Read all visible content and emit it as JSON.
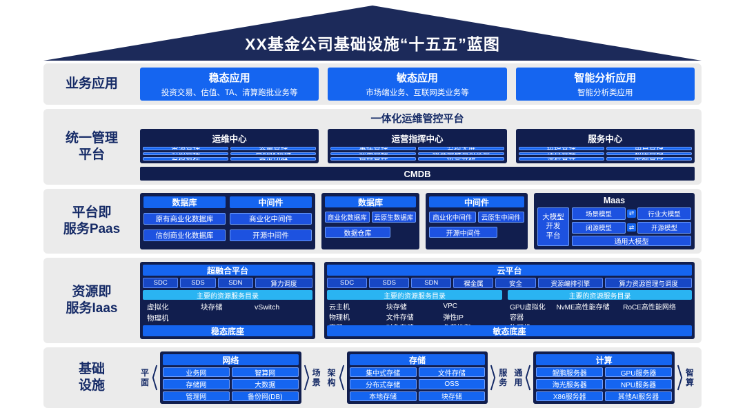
{
  "colors": {
    "roof_navy": "#1c2a5a",
    "panel_navy": "#111e4e",
    "blue": "#1565f0",
    "cyan": "#2ab4f2",
    "row_gray": "#ebebeb"
  },
  "roof": {
    "title": "XX基金公司基础设施“十五五”蓝图"
  },
  "row_business": {
    "label": "业务应用",
    "apps": [
      {
        "title": "稳态应用",
        "desc": "投资交易、估值、TA、清算跑批业务等"
      },
      {
        "title": "敏态应用",
        "desc": "市场端业务、互联网类业务等"
      },
      {
        "title": "智能分析应用",
        "desc": "智能分析类应用"
      }
    ]
  },
  "row_management": {
    "label": "统一管理\n平台",
    "header": "一体化运维管控平台",
    "centers": [
      {
        "title": "运维中心",
        "items": [
          "资源管理",
          "容量管理",
          "监控管理",
          "自动化运维",
          "监控巡检",
          "容灾切换"
        ]
      },
      {
        "title": "运营指挥中心",
        "items": [
          "事件管理",
          "监控大屏",
          "变更管理",
          "数据分析与AI平台",
          "值班管理",
          "运营分析"
        ]
      },
      {
        "title": "服务中心",
        "items": [
          "组织管理",
          "用户管理",
          "项目管理",
          "权限管理",
          "流程管理",
          "配额管理"
        ]
      }
    ],
    "footer": "CMDB"
  },
  "row_paas": {
    "label": "平台即\n服务Paas",
    "legacy": {
      "db_header": "数据库",
      "db_items": [
        "原有商业化数据库",
        "信创商业化数据库"
      ],
      "mw_header": "中间件",
      "mw_items": [
        "商业化中间件",
        "开源中间件"
      ]
    },
    "db_panel": {
      "header": "数据库",
      "items": [
        "商业化数据库",
        "云原生数据库",
        "数据仓库"
      ]
    },
    "mw_panel": {
      "header": "中间件",
      "items": [
        "商业化中间件",
        "云原生中间件",
        "开源中间件"
      ]
    },
    "maas": {
      "header": "Maas",
      "platform": "大模型\n开发\n平台",
      "row1": [
        "场景模型",
        "行业大模型"
      ],
      "row2": [
        "闭源模型",
        "开源模型"
      ],
      "bottom": "通用大模型",
      "arrow": "⇄"
    }
  },
  "row_iaas": {
    "label": "资源即\n服务Iaas",
    "hci": {
      "header": "超融合平台",
      "tech": [
        "SDC",
        "SDS",
        "SDN",
        "算力调度"
      ],
      "catalog_header": "主要的资源服务目录",
      "catalog": [
        "虚拟化",
        "块存储",
        "vSwitch",
        "物理机"
      ],
      "footer": "稳态底座"
    },
    "cloud": {
      "header": "云平台",
      "tech": [
        "SDC",
        "SDS",
        "SDN",
        "裸金属",
        "安全",
        "资源编排引擎",
        "算力资源管理与调度"
      ],
      "catalog_left_header": "主要的资源服务目录",
      "catalog_left": [
        "云主机",
        "块存储",
        "VPC",
        "物理机",
        "文件存储",
        "弹性IP",
        "容器",
        "对象存储",
        "负载均衡"
      ],
      "catalog_right_header": "主要的资源服务目录",
      "catalog_right": [
        "GPU虚拟化",
        "NvME高性能存储",
        "RoCE高性能网络",
        "容器",
        "物理机"
      ],
      "footer": "敏态底座"
    }
  },
  "row_infra": {
    "label": "基础\n设施",
    "panels": [
      {
        "header": "网络",
        "left": "平面",
        "right": "场景",
        "items": [
          "业务网",
          "智算网",
          "存储网",
          "大数据",
          "管理网",
          "备份网(DB)"
        ]
      },
      {
        "header": "存储",
        "left": "架构",
        "right": "服务",
        "items": [
          "集中式存储",
          "文件存储",
          "分布式存储",
          "OSS",
          "本地存储",
          "块存储"
        ]
      },
      {
        "header": "计算",
        "left": "通用",
        "right": "智算",
        "items": [
          "鲲鹏服务器",
          "GPU服务器",
          "海光服务器",
          "NPU服务器",
          "X86服务器",
          "其他AI服务器"
        ]
      }
    ]
  }
}
